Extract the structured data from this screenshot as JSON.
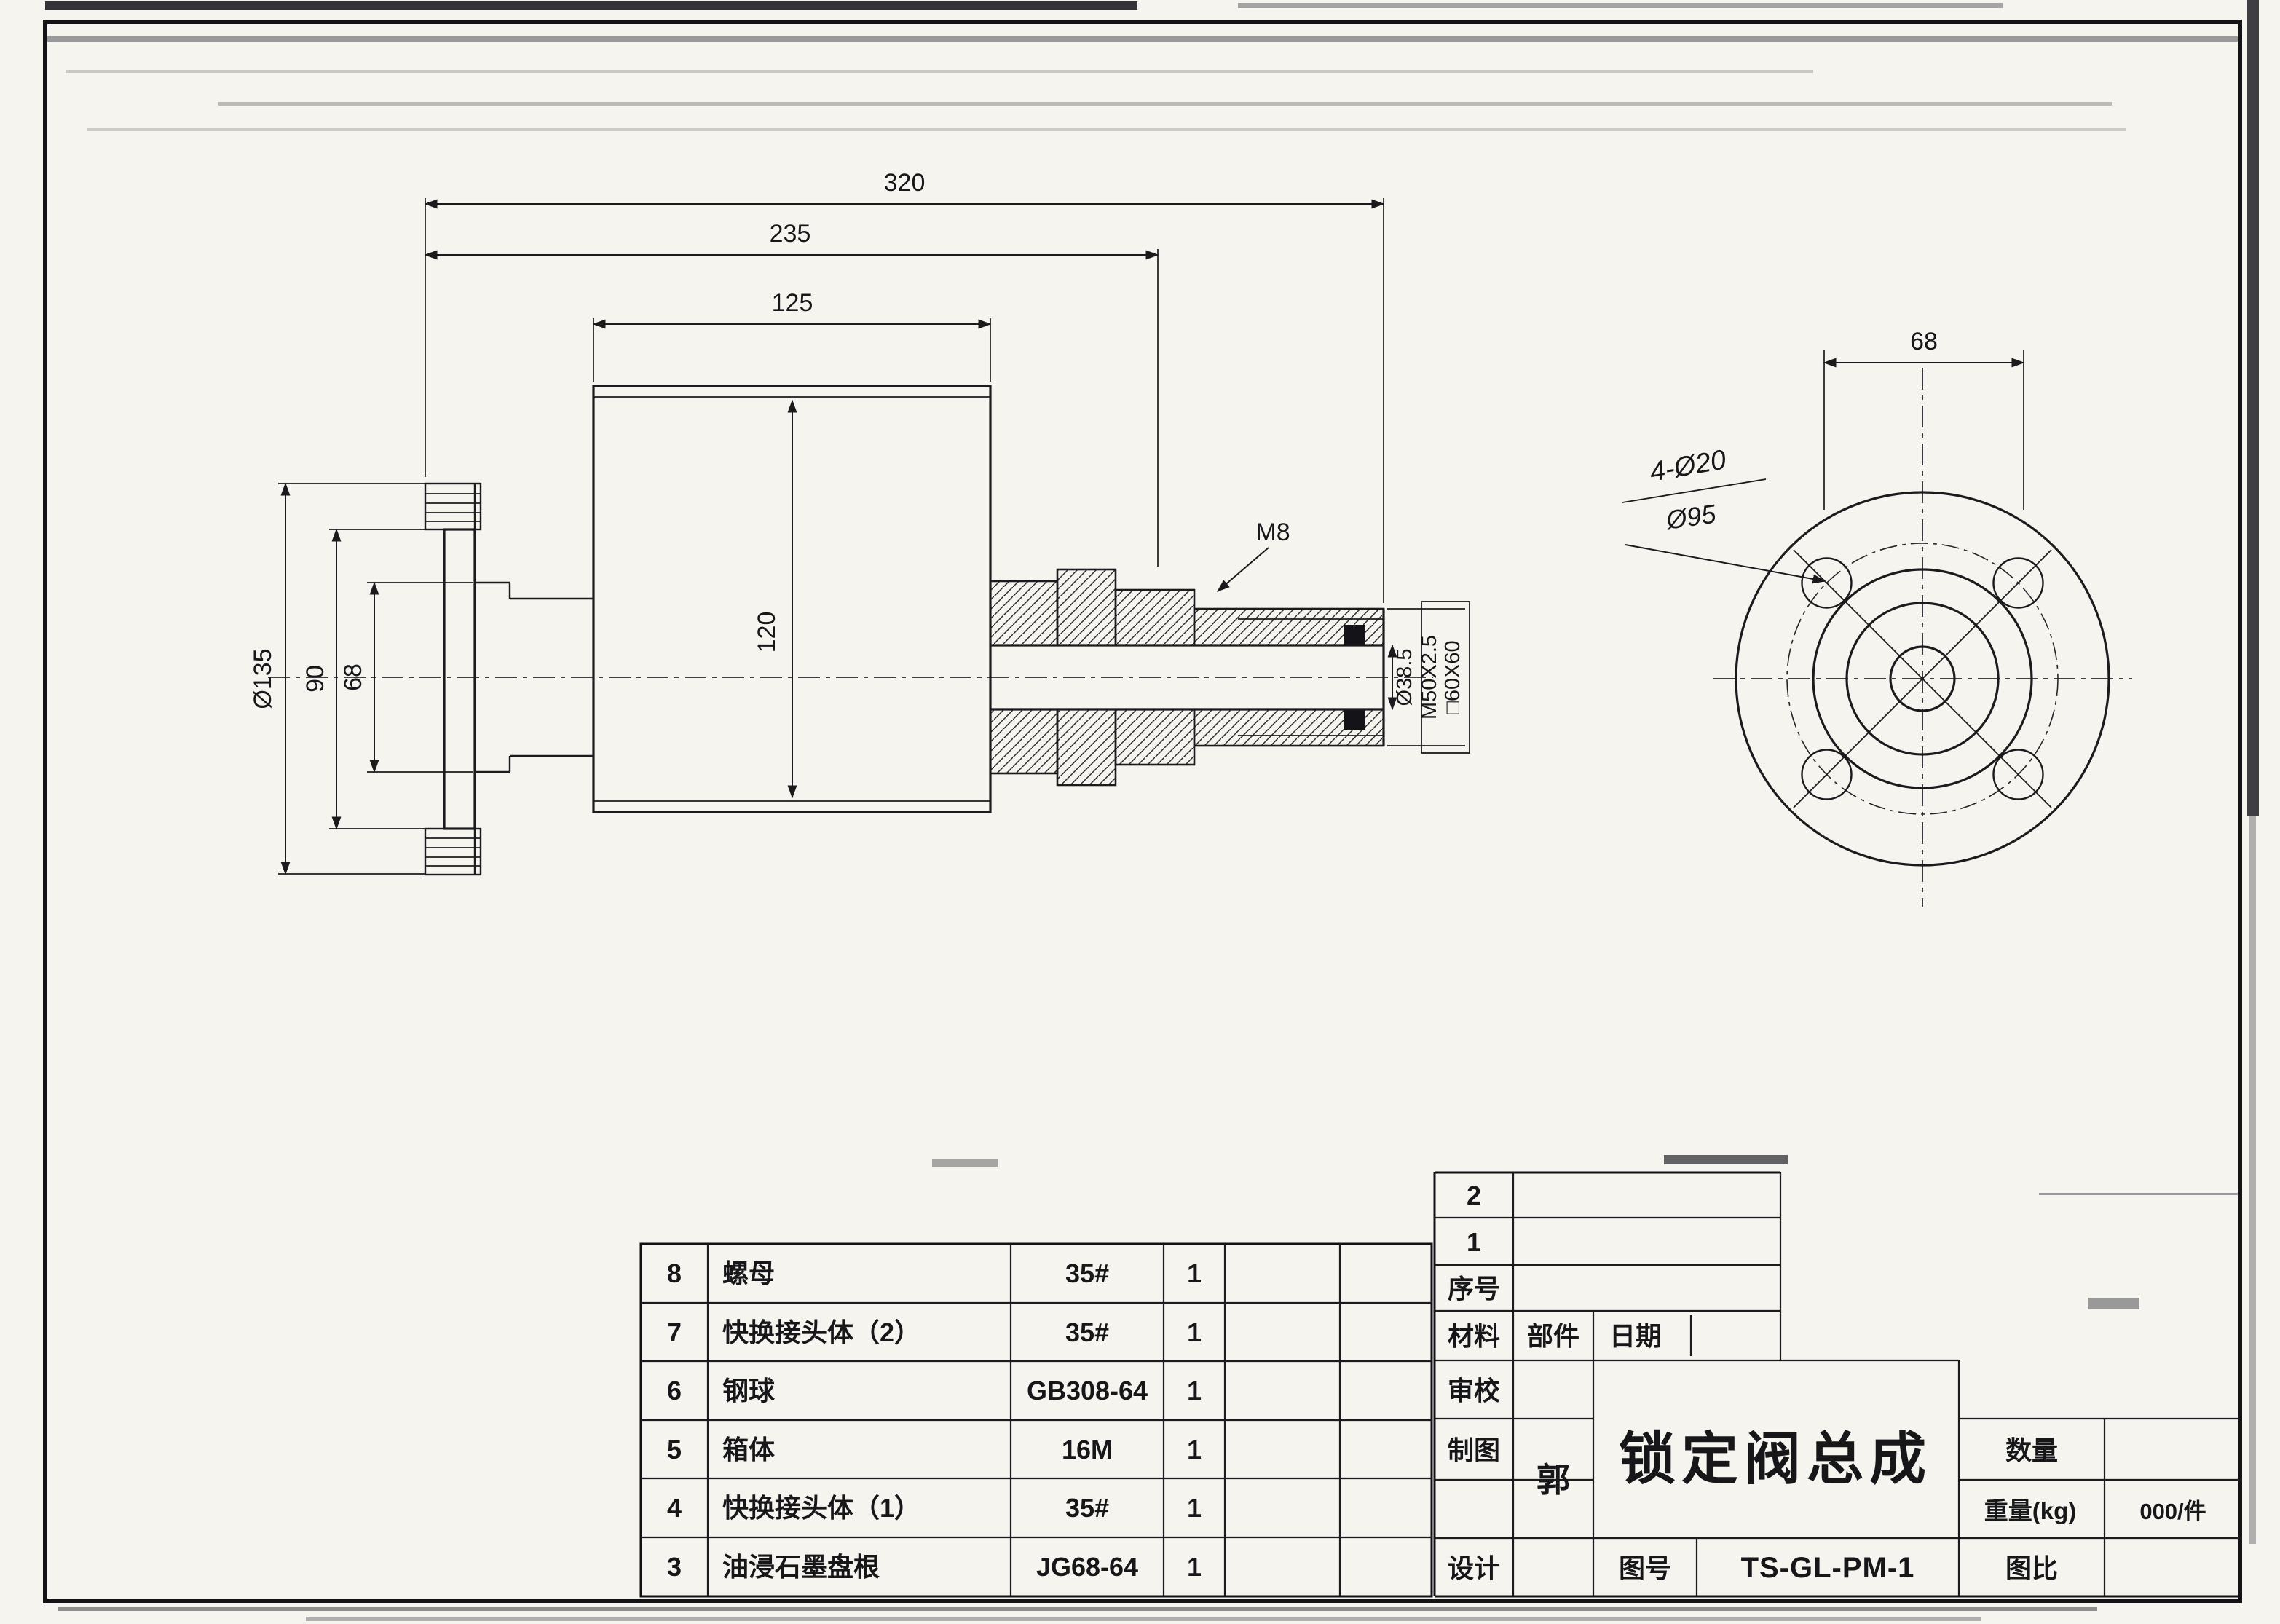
{
  "dimensions": {
    "total_length": "320",
    "mid_length": "235",
    "body_width": "125",
    "body_height": "120",
    "flange_od": "Ø135",
    "bolt_span": "90",
    "neck_dia": "68",
    "bore_dia": "Ø38.5",
    "thread_spec": "M50X2.5",
    "square_spec": "□60X60",
    "set_screw": "M8",
    "end_width": "68",
    "holes_note": "4-Ø20",
    "end_bolt_circle": "Ø95"
  },
  "parts_table": {
    "rows": [
      {
        "no": "8",
        "name": "螺母",
        "material": "35#",
        "qty": "1"
      },
      {
        "no": "7",
        "name": "快换接头体（2）",
        "material": "35#",
        "qty": "1"
      },
      {
        "no": "6",
        "name": "钢球",
        "material": "GB308-64",
        "qty": "1"
      },
      {
        "no": "5",
        "name": "箱体",
        "material": "16M",
        "qty": "1"
      },
      {
        "no": "4",
        "name": "快换接头体（1）",
        "material": "35#",
        "qty": "1"
      },
      {
        "no": "3",
        "name": "油浸石墨盘根",
        "material": "JG68-64",
        "qty": "1"
      }
    ]
  },
  "title_block": {
    "seq_2": "2",
    "seq_1": "1",
    "serial_label": "序号",
    "material_label": "材料",
    "part_label": "部件",
    "date_label": "日期",
    "review_label": "审校",
    "drafter_label": "制图",
    "drafter_name": "郭",
    "designer_label": "设计",
    "drawing_title": "锁定阀总成",
    "quantity_label": "数量",
    "weight_label": "重量(kg)",
    "weight_value": "000/件",
    "drawing_no_label": "图号",
    "drawing_no": "TS-GL-PM-1",
    "scale_label": "图比"
  }
}
